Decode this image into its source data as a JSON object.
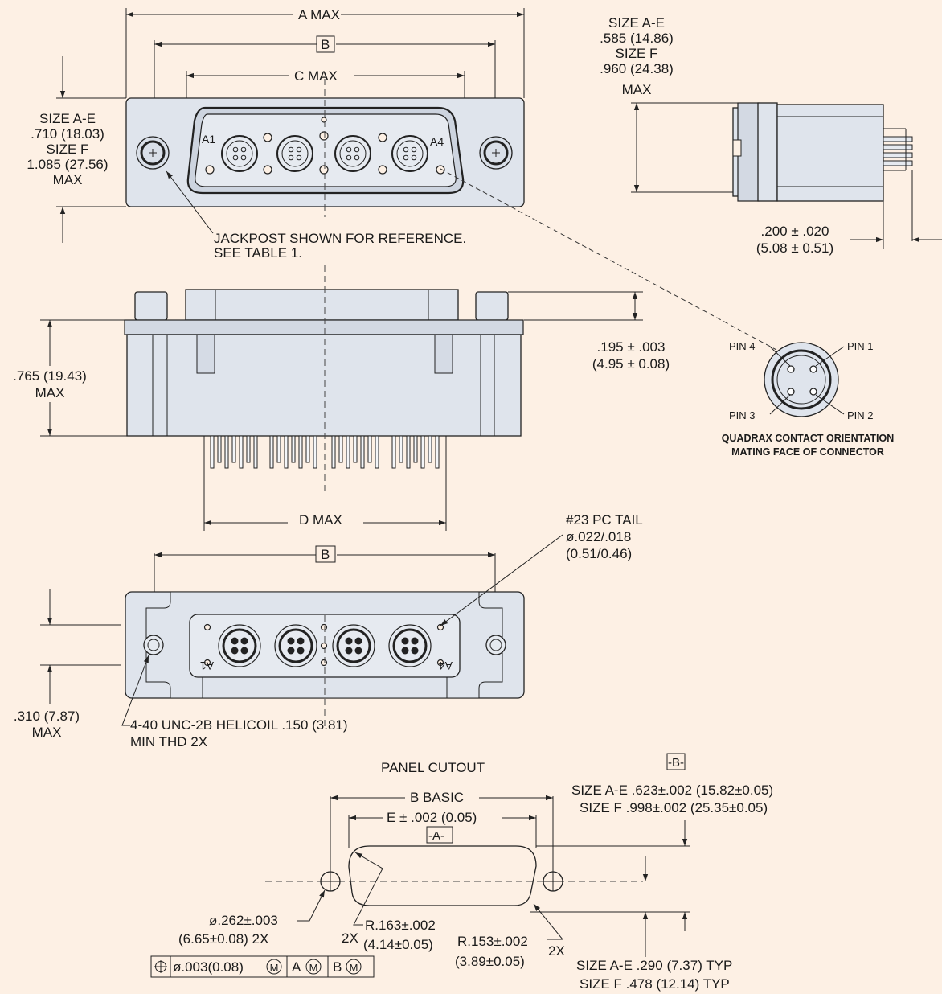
{
  "top_view": {
    "a_max": "A MAX",
    "b": "B",
    "c_max": "C MAX",
    "height_l1": "SIZE A-E",
    "height_l2": ".710 (18.03)",
    "height_l3": "SIZE F",
    "height_l4": "1.085 (27.56)",
    "height_l5": "MAX",
    "pos_a1": "A1",
    "pos_a4": "A4",
    "jackpost_l1": "JACKPOST SHOWN FOR REFERENCE.",
    "jackpost_l2": "SEE TABLE 1."
  },
  "side_view": {
    "depth_l1": "SIZE A-E",
    "depth_l2": ".585 (14.86)",
    "depth_l3": "SIZE F",
    "depth_l4": ".960 (24.38)",
    "depth_l5": "MAX",
    "tail_l1": ".200 ± .020",
    "tail_l2": "(5.08 ± 0.51)"
  },
  "front_view": {
    "height_l1": ".765 (19.43)",
    "height_l2": "MAX",
    "flange_l1": ".195 ± .003",
    "flange_l2": "(4.95 ± 0.08)",
    "d_max": "D MAX"
  },
  "contact_detail": {
    "pin1": "PIN 1",
    "pin2": "PIN 2",
    "pin3": "PIN 3",
    "pin4": "PIN 4",
    "caption_l1": "QUADRAX CONTACT ORIENTATION",
    "caption_l2": "MATING FACE OF CONNECTOR"
  },
  "bottom_view": {
    "b": "B",
    "tail_l1": "#23 PC TAIL",
    "tail_l2": "ø.022/.018",
    "tail_l3": "(0.51/0.46)",
    "pos_a1": "A1",
    "pos_a4": "A4",
    "height_l1": ".310 (7.87)",
    "height_l2": "MAX",
    "helicoil_l1": "4-40 UNC-2B HELICOIL .150 (3.81)",
    "helicoil_l2": "MIN THD 2X"
  },
  "panel_cutout": {
    "title": "PANEL CUTOUT",
    "datum_b": "-B-",
    "datum_a": "-A-",
    "b_basic": "B BASIC",
    "e_dim": "E ± .002 (0.05)",
    "size_l1": "SIZE A-E .623±.002 (15.82±0.05)",
    "size_l2": "SIZE F .998±.002 (25.35±0.05)",
    "hole_l1": "ø.262±.003",
    "hole_l2": "(6.65±0.08) 2X",
    "r1_prefix": "2X",
    "r1_l1": "R.163±.002",
    "r1_l2": "(4.14±0.05)",
    "r2_l1": "R.153±.002",
    "r2_l2": "(3.89±0.05)",
    "r2_suffix": "2X",
    "typ_l1": "SIZE A-E .290 (7.37) TYP",
    "typ_l2": "SIZE F .478 (12.14) TYP",
    "fcf_tol": "ø.003(0.08)",
    "fcf_m": "M",
    "fcf_a": "A",
    "fcf_b": "B"
  }
}
